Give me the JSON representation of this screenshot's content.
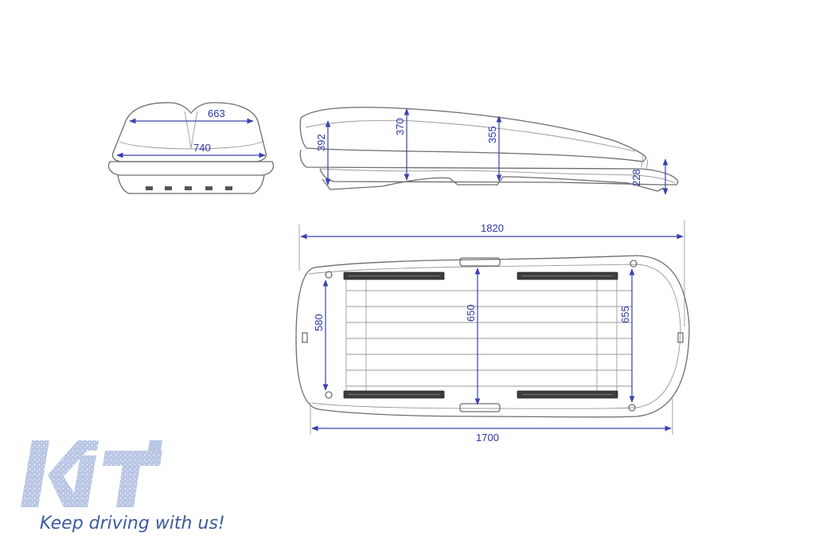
{
  "dimensions": {
    "front_width_top": "663",
    "front_width_bottom": "740",
    "side_height_front": "392",
    "side_height_mid1": "370",
    "side_height_mid2": "355",
    "side_height_rear": "228",
    "top_length_overall": "1820",
    "top_length_base": "1700",
    "top_width_front": "580",
    "top_width_mid": "650",
    "top_width_rear": "655"
  },
  "brand": {
    "logo_text": "KiT",
    "tagline": "Keep driving with us!",
    "color": "#3b5aa0"
  },
  "colors": {
    "dimension": "#2e36a8",
    "outline": "#6e6e6e",
    "rail": "#3d3d3d"
  }
}
